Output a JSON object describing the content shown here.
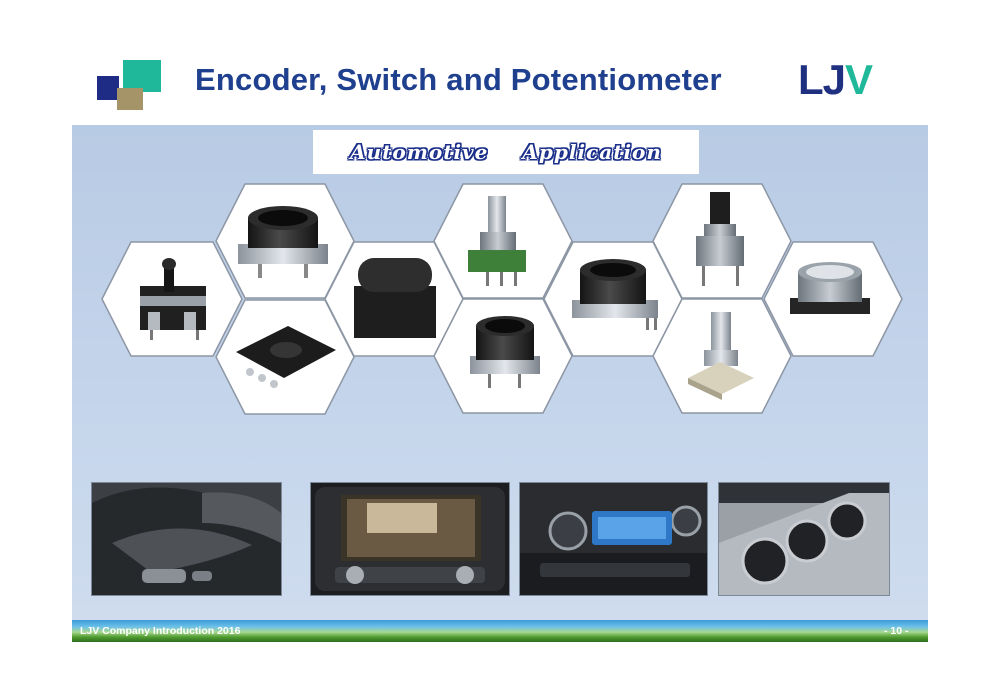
{
  "header": {
    "title": "Encoder, Switch and Potentiometer",
    "brand_prefix": "LJ",
    "brand_suffix": "V",
    "brand_colors": {
      "navy": "#1f3080",
      "teal": "#1fb89a",
      "tan": "#a59468"
    }
  },
  "banner": {
    "word1": "Automotive",
    "word2": "Application"
  },
  "hexagons": [
    {
      "product": "toggle-joystick-switch"
    },
    {
      "product": "hollow-shaft-encoder"
    },
    {
      "product": "smd-rotary-switch"
    },
    {
      "product": "tact-switch-cap"
    },
    {
      "product": "shaft-encoder-pcb"
    },
    {
      "product": "hollow-encoder-small"
    },
    {
      "product": "hollow-encoder-pins"
    },
    {
      "product": "knurled-shaft-encoder"
    },
    {
      "product": "smd-shaft-encoder"
    },
    {
      "product": "ring-encoder"
    }
  ],
  "photos": [
    {
      "subject": "car-seat-controls"
    },
    {
      "subject": "infotainment-display"
    },
    {
      "subject": "climate-control-panel"
    },
    {
      "subject": "gauge-cluster"
    }
  ],
  "footer": {
    "left": "LJV Company Introduction 2016",
    "right": "- 10 -"
  }
}
